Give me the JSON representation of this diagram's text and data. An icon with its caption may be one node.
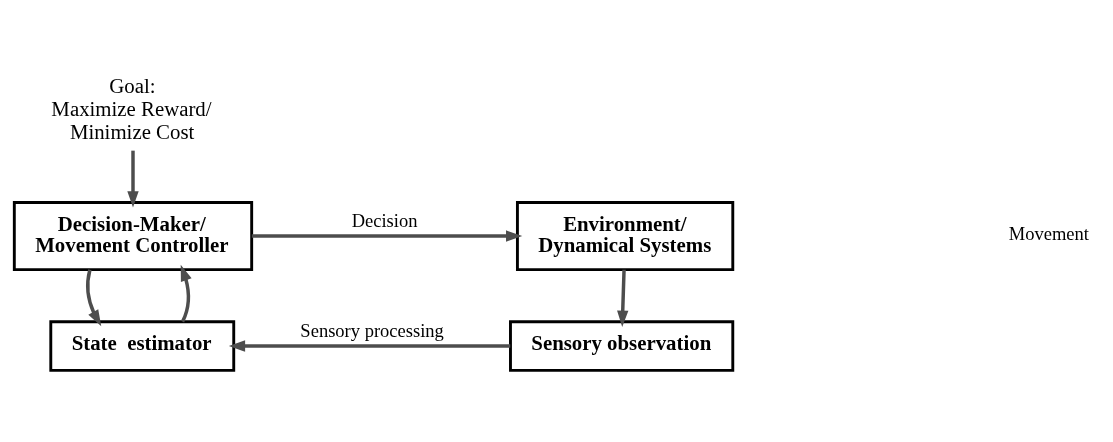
{
  "diagram": {
    "nodes": [
      {
        "text": [
          "Goal: Maximize Reward/ Minimize Cost"
        ]
      },
      {
        "text": [
          "Decision-Maker/ Movement Controller"
        ]
      },
      {
        "text": [
          "Environment/ Dynamical Systems"
        ]
      },
      {
        "text": [
          "State  estimator"
        ]
      },
      {
        "text": [
          "Sensory observation"
        ]
      }
    ],
    "edges": [
      {
        "from": 0,
        "to": 1,
        "arrow": "to"
      },
      {
        "from": 1,
        "to": 2,
        "arrow": "to",
        "label": "Decision"
      },
      {
        "from": 1,
        "to": 3,
        "arrow": "to"
      },
      {
        "from": 2,
        "to": 4,
        "arrow": "to"
      },
      {
        "from": 4,
        "to": 3,
        "arrow": "to",
        "label": "Sensory processing"
      },
      {
        "from": 3,
        "to": 1,
        "arrow": "to"
      }
    ],
    "labels": [
      "Movement"
    ]
  }
}
